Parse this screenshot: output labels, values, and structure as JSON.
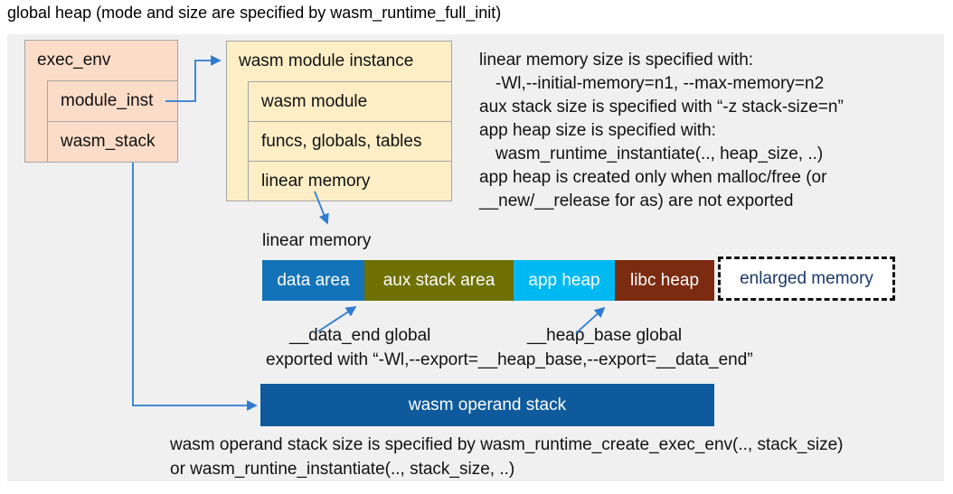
{
  "title": "global heap (mode and size are specified by wasm_runtime_full_init)",
  "exec_env": {
    "header": "exec_env",
    "rows": [
      "module_inst",
      "wasm_stack"
    ]
  },
  "module_instance": {
    "header": "wasm module instance",
    "rows": [
      "wasm module",
      "funcs, globals, tables",
      "linear memory"
    ]
  },
  "right_notes": {
    "lines": [
      {
        "text": "linear memory size is specified with:"
      },
      {
        "text": "-Wl,--initial-memory=n1, --max-memory=n2"
      },
      {
        "text": "aux stack size is specified with “-z stack-size=n”"
      },
      {
        "text": "app heap size is specified with:"
      },
      {
        "text": "wasm_runtime_instantiate(.., heap_size, ..)"
      },
      {
        "text": "app heap is created only when malloc/free (or"
      },
      {
        "text": "__new/__release for as) are not exported"
      }
    ]
  },
  "linear_memory": {
    "label": "linear memory",
    "segments": [
      {
        "label": "data area",
        "color": "#1373b9"
      },
      {
        "label": "aux stack area",
        "color": "#6e7001"
      },
      {
        "label": "app heap",
        "color": "#00b9f2"
      },
      {
        "label": "libc heap",
        "color": "#7b2b10"
      },
      {
        "label": "enlarged memory",
        "color": "#ffffff",
        "border": "dashed",
        "text_color": "#1b3a6b"
      }
    ],
    "data_end_label": "__data_end global",
    "heap_base_label": "__heap_base global",
    "export_note": "exported with “-Wl,--export=__heap_base,--export=__data_end”"
  },
  "operand_stack": {
    "label": "wasm operand stack",
    "notes": [
      "wasm operand stack size is specified by wasm_runtime_create_exec_env(.., stack_size)",
      "or wasm_runtine_instantiate(.., stack_size, ..)"
    ]
  },
  "colors": {
    "panel_bg": "#f0f0f1",
    "exec_env_fill": "#fbdcc8",
    "module_instance_fill": "#fdeec6",
    "operand_stack_fill": "#0e5a9d",
    "arrow": "#2f7bd0"
  }
}
